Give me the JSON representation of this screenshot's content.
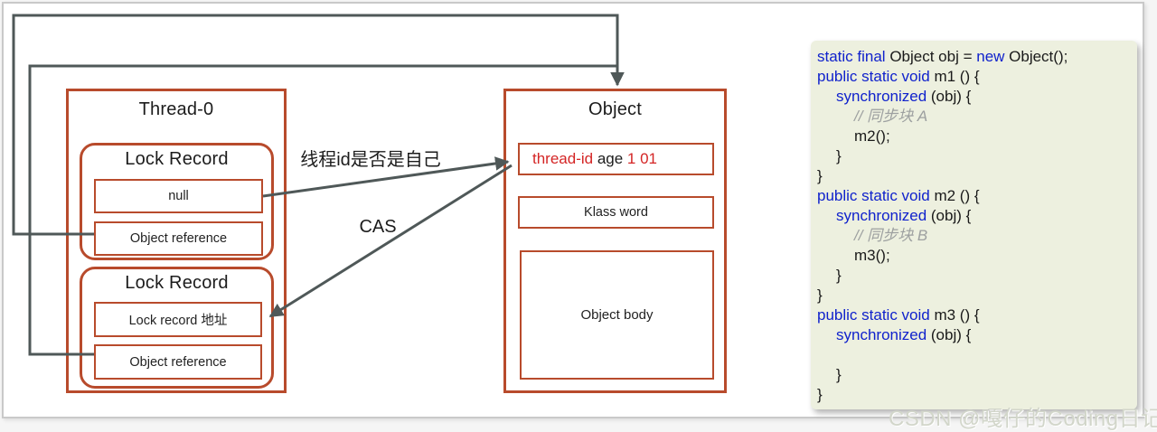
{
  "colors": {
    "box_border": "#b84b2c",
    "arrow": "#4f5858",
    "kw": "#1022cc",
    "red_text": "#d42525",
    "code_bg": "#edf0df"
  },
  "diagram": {
    "thread_box": {
      "title": "Thread-0"
    },
    "lock_records": [
      {
        "title": "Lock Record",
        "slots": [
          "null",
          "Object reference"
        ]
      },
      {
        "title": "Lock Record",
        "slots": [
          "Lock record 地址",
          "Object reference"
        ]
      }
    ],
    "object_box": {
      "title": "Object",
      "mark_word_parts": [
        {
          "t": "thread-id",
          "c": "red"
        },
        {
          "t": " age ",
          "c": "dark"
        },
        {
          "t": "1 01",
          "c": "red"
        }
      ],
      "klass_word": "Klass word",
      "body": "Object body"
    },
    "arrow_labels": {
      "thread_id_check": "线程id是否是自己",
      "cas": "CAS"
    }
  },
  "code_panel": {
    "lines": [
      {
        "indent": 0,
        "segs": [
          {
            "t": "static final",
            "c": "k"
          },
          {
            "t": " Object obj = ",
            "c": "p"
          },
          {
            "t": "new",
            "c": "k"
          },
          {
            "t": " Object();",
            "c": "p"
          }
        ]
      },
      {
        "indent": 0,
        "segs": [
          {
            "t": "public static void",
            "c": "k"
          },
          {
            "t": " m1 () {",
            "c": "p"
          }
        ]
      },
      {
        "indent": 1,
        "segs": [
          {
            "t": "synchronized",
            "c": "k"
          },
          {
            "t": " (obj) {",
            "c": "p"
          }
        ]
      },
      {
        "indent": 2,
        "segs": [
          {
            "t": "// 同步块 A",
            "c": "c"
          }
        ]
      },
      {
        "indent": 2,
        "segs": [
          {
            "t": "m2();",
            "c": "p"
          }
        ]
      },
      {
        "indent": 1,
        "segs": [
          {
            "t": "}",
            "c": "p"
          }
        ]
      },
      {
        "indent": 0,
        "segs": [
          {
            "t": "}",
            "c": "p"
          }
        ]
      },
      {
        "indent": 0,
        "segs": [
          {
            "t": "public static void",
            "c": "k"
          },
          {
            "t": " m2 () {",
            "c": "p"
          }
        ]
      },
      {
        "indent": 1,
        "segs": [
          {
            "t": "synchronized",
            "c": "k"
          },
          {
            "t": " (obj) {",
            "c": "p"
          }
        ]
      },
      {
        "indent": 2,
        "segs": [
          {
            "t": "// 同步块 B",
            "c": "c"
          }
        ]
      },
      {
        "indent": 2,
        "segs": [
          {
            "t": "m3();",
            "c": "p"
          }
        ]
      },
      {
        "indent": 1,
        "segs": [
          {
            "t": "}",
            "c": "p"
          }
        ]
      },
      {
        "indent": 0,
        "segs": [
          {
            "t": "}",
            "c": "p"
          }
        ]
      },
      {
        "indent": 0,
        "segs": [
          {
            "t": "public static void",
            "c": "k"
          },
          {
            "t": " m3 () {",
            "c": "p"
          }
        ]
      },
      {
        "indent": 1,
        "segs": [
          {
            "t": "synchronized",
            "c": "k"
          },
          {
            "t": " (obj) {",
            "c": "p"
          }
        ]
      },
      {
        "indent": 2,
        "segs": []
      },
      {
        "indent": 1,
        "segs": [
          {
            "t": "}",
            "c": "p"
          }
        ]
      },
      {
        "indent": 0,
        "segs": [
          {
            "t": "}",
            "c": "p"
          }
        ]
      }
    ]
  },
  "watermark": "CSDN @嘎仔的Coding日记"
}
